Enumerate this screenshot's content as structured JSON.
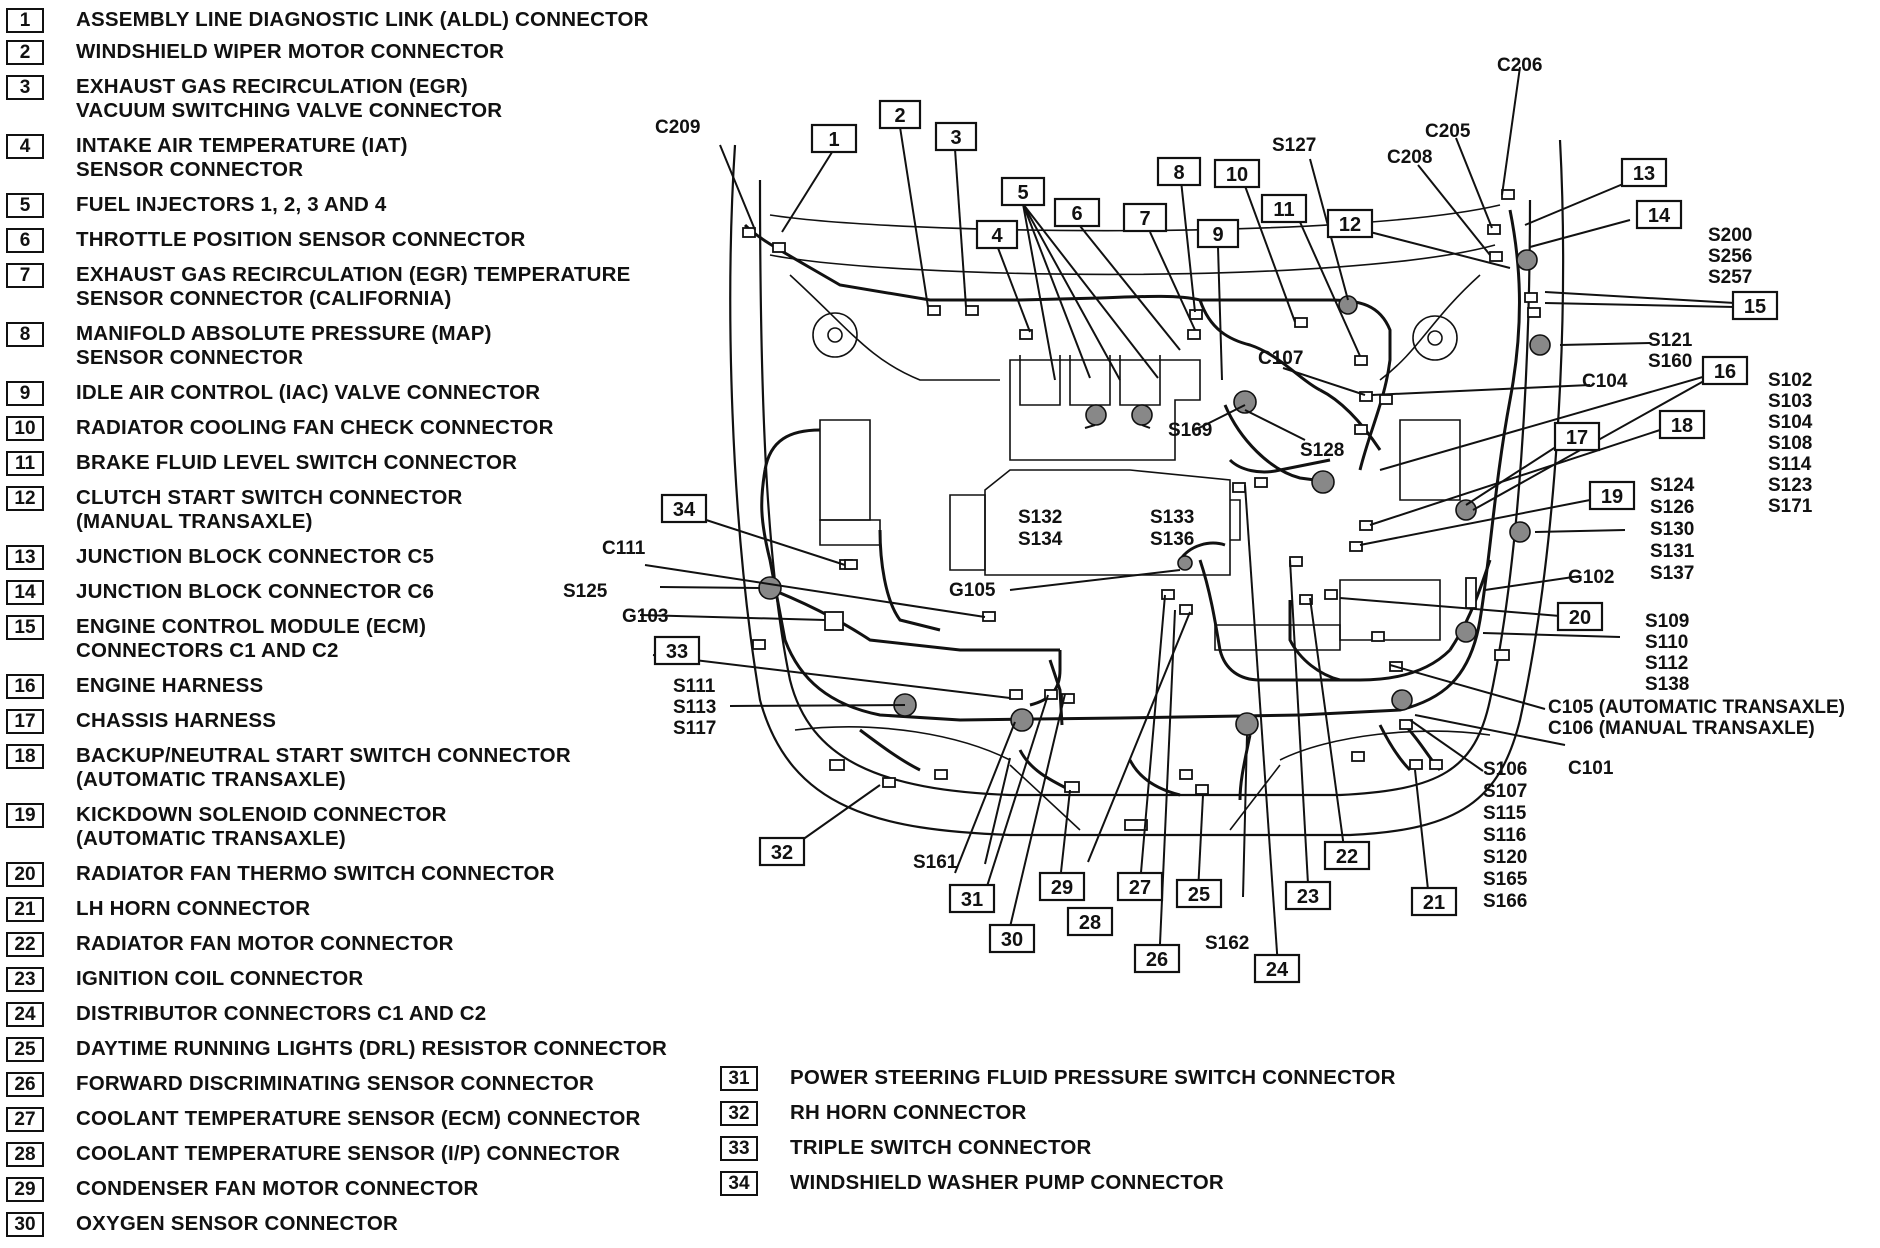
{
  "legend_left": [
    {
      "num": "1",
      "text": "ASSEMBLY LINE DIAGNOSTIC LINK (ALDL) CONNECTOR"
    },
    {
      "num": "2",
      "text": "WINDSHIELD WIPER MOTOR CONNECTOR"
    },
    {
      "num": "3",
      "text": "EXHAUST GAS RECIRCULATION (EGR)\nVACUUM SWITCHING VALVE CONNECTOR"
    },
    {
      "num": "4",
      "text": "INTAKE AIR TEMPERATURE (IAT)\nSENSOR CONNECTOR"
    },
    {
      "num": "5",
      "text": "FUEL INJECTORS 1, 2, 3 AND 4"
    },
    {
      "num": "6",
      "text": "THROTTLE POSITION SENSOR CONNECTOR"
    },
    {
      "num": "7",
      "text": "EXHAUST GAS RECIRCULATION (EGR) TEMPERATURE\nSENSOR CONNECTOR (CALIFORNIA)"
    },
    {
      "num": "8",
      "text": "MANIFOLD ABSOLUTE PRESSURE (MAP)\nSENSOR CONNECTOR"
    },
    {
      "num": "9",
      "text": "IDLE AIR CONTROL (IAC) VALVE CONNECTOR"
    },
    {
      "num": "10",
      "text": "RADIATOR COOLING FAN CHECK CONNECTOR"
    },
    {
      "num": "11",
      "text": "BRAKE FLUID LEVEL SWITCH CONNECTOR"
    },
    {
      "num": "12",
      "text": "CLUTCH START SWITCH CONNECTOR\n(MANUAL TRANSAXLE)"
    },
    {
      "num": "13",
      "text": "JUNCTION BLOCK CONNECTOR C5"
    },
    {
      "num": "14",
      "text": "JUNCTION BLOCK CONNECTOR C6"
    },
    {
      "num": "15",
      "text": "ENGINE CONTROL MODULE (ECM)\nCONNECTORS C1 AND C2"
    },
    {
      "num": "16",
      "text": "ENGINE HARNESS"
    },
    {
      "num": "17",
      "text": "CHASSIS HARNESS"
    },
    {
      "num": "18",
      "text": "BACKUP/NEUTRAL START SWITCH CONNECTOR\n(AUTOMATIC TRANSAXLE)"
    },
    {
      "num": "19",
      "text": "KICKDOWN SOLENOID CONNECTOR\n(AUTOMATIC TRANSAXLE)"
    },
    {
      "num": "20",
      "text": "RADIATOR FAN THERMO SWITCH CONNECTOR"
    },
    {
      "num": "21",
      "text": "LH HORN CONNECTOR"
    },
    {
      "num": "22",
      "text": "RADIATOR FAN MOTOR CONNECTOR"
    },
    {
      "num": "23",
      "text": "IGNITION COIL CONNECTOR"
    },
    {
      "num": "24",
      "text": "DISTRIBUTOR CONNECTORS C1 AND C2"
    },
    {
      "num": "25",
      "text": "DAYTIME RUNNING LIGHTS (DRL) RESISTOR CONNECTOR"
    },
    {
      "num": "26",
      "text": "FORWARD DISCRIMINATING SENSOR CONNECTOR"
    },
    {
      "num": "27",
      "text": "COOLANT TEMPERATURE SENSOR (ECM) CONNECTOR"
    },
    {
      "num": "28",
      "text": "COOLANT TEMPERATURE SENSOR (I/P) CONNECTOR"
    },
    {
      "num": "29",
      "text": "CONDENSER FAN MOTOR CONNECTOR"
    },
    {
      "num": "30",
      "text": "OXYGEN SENSOR CONNECTOR"
    }
  ],
  "legend_bottom": [
    {
      "num": "31",
      "text": "POWER STEERING FLUID PRESSURE SWITCH CONNECTOR"
    },
    {
      "num": "32",
      "text": "RH HORN CONNECTOR"
    },
    {
      "num": "33",
      "text": "TRIPLE SWITCH CONNECTOR"
    },
    {
      "num": "34",
      "text": "WINDSHIELD WASHER PUMP CONNECTOR"
    }
  ],
  "callouts": [
    "1",
    "2",
    "3",
    "4",
    "5",
    "6",
    "7",
    "8",
    "9",
    "10",
    "11",
    "12",
    "13",
    "14",
    "15",
    "16",
    "17",
    "18",
    "19",
    "20",
    "21",
    "22",
    "23",
    "24",
    "25",
    "26",
    "27",
    "28",
    "29",
    "30",
    "31",
    "32",
    "33",
    "34"
  ],
  "labels": {
    "c209": "C209",
    "c206": "C206",
    "c205": "C205",
    "c208": "C208",
    "s127": "S127",
    "c107": "C107",
    "c104": "C104",
    "s128": "S128",
    "s169": "S169",
    "s200": "S200",
    "s256": "S256",
    "s257": "S257",
    "s121": "S121",
    "s160": "S160",
    "s102": "S102",
    "s103": "S103",
    "s104": "S104",
    "s108": "S108",
    "s114": "S114",
    "s123": "S123",
    "s171": "S171",
    "s124": "S124",
    "s126": "S126",
    "s130": "S130",
    "s131": "S131",
    "s137": "S137",
    "g102": "G102",
    "s109": "S109",
    "s110": "S110",
    "s112": "S112",
    "s138": "S138",
    "c105": "C105 (AUTOMATIC TRANSAXLE)",
    "c106": "C106 (MANUAL TRANSAXLE)",
    "c101": "C101",
    "s106": "S106",
    "s107": "S107",
    "s115": "S115",
    "s116": "S116",
    "s120": "S120",
    "s165": "S165",
    "s166": "S166",
    "s132": "S132",
    "s134": "S134",
    "s133": "S133",
    "s136": "S136",
    "c111": "C111",
    "s125": "S125",
    "g103": "G103",
    "g105": "G105",
    "s111": "S111",
    "s113": "S113",
    "s117": "S117",
    "s161": "S161",
    "s162": "S162"
  }
}
